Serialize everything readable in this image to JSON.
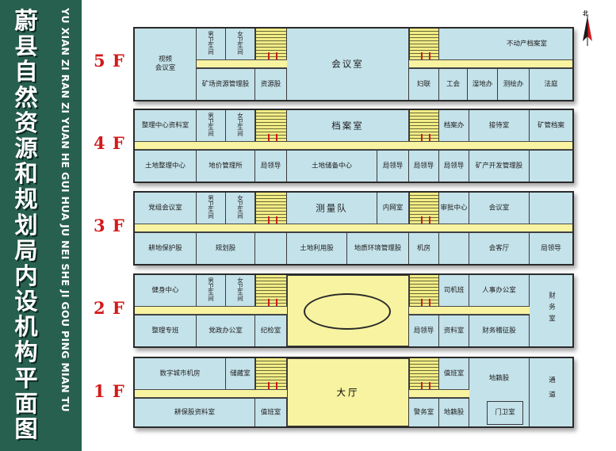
{
  "title": {
    "chinese": [
      "蔚",
      "县",
      "自",
      "然",
      "资",
      "源",
      "和",
      "规",
      "划",
      "局",
      "内",
      "设",
      "机",
      "构",
      "平",
      "面",
      "图"
    ],
    "pinyin": "YU XIAN ZI RAN ZI YUAN HE GUI HUA JU NEI SHE JI GOU PING MIAN TU"
  },
  "compass": {
    "north": "北"
  },
  "floors": {
    "f5": {
      "label": "5 F",
      "rooms": {
        "videoconf": "视频\n会议室",
        "male_wc": "男卫生间",
        "female_wc": "女卫生间",
        "mine_mgmt": "矿场资源管理股",
        "resource": "资源股",
        "meeting": "会议室",
        "realty_archive": "不动产档案室",
        "women": "妇联",
        "union": "工会",
        "wetland": "湿地办",
        "survey_office": "测绘办",
        "court": "法庭"
      }
    },
    "f4": {
      "label": "4 F",
      "rooms": {
        "remediation_data": "整理中心资料室",
        "male_wc": "男卫生间",
        "female_wc": "女卫生间",
        "archives": "档案室",
        "archive_office": "档案办",
        "reception": "接待室",
        "mine_archive": "矿管档案",
        "land_remediation": "土地整理中心",
        "price_mgmt": "地价管理所",
        "leader1": "局领导",
        "land_reserve": "土地储备中心",
        "leader2": "局领导",
        "leader3": "局领导",
        "leader4": "局领导",
        "mine_dev": "矿产开发管理股"
      }
    },
    "f3": {
      "label": "3 F",
      "rooms": {
        "party_meeting": "党组会议室",
        "male_wc": "男卫生间",
        "female_wc": "女卫生间",
        "survey_team": "测量队",
        "intranet": "内网室",
        "approval": "审批中心",
        "meeting": "会议室",
        "farmland": "耕地保护股",
        "planning": "规划股",
        "land_use": "土地利用股",
        "geo_env": "地质环境管理股",
        "server": "机房",
        "guest": "会客厅",
        "leader": "局领导"
      }
    },
    "f2": {
      "label": "2 F",
      "rooms": {
        "gym": "健身中心",
        "male_wc": "男卫生间",
        "female_wc": "女卫生间",
        "driver": "司机班",
        "hr_office": "人事办公室",
        "finance": "财务室",
        "rectify": "整理专班",
        "party_office": "党政办公室",
        "discipline": "纪检室",
        "leader": "局领导",
        "data_room": "资料室",
        "finance_levy": "财务稽征股"
      }
    },
    "f1": {
      "label": "1 F",
      "rooms": {
        "digital_city": "数字城市机房",
        "storage": "储藏室",
        "lobby": "大厅",
        "duty_right": "值班室",
        "cadastre": "地籍股",
        "passage": "通道",
        "arable_data": "耕保股资料室",
        "duty_left": "值班室",
        "police": "警务室",
        "cadastre_small": "地籍股",
        "gate": "门卫室"
      }
    }
  }
}
